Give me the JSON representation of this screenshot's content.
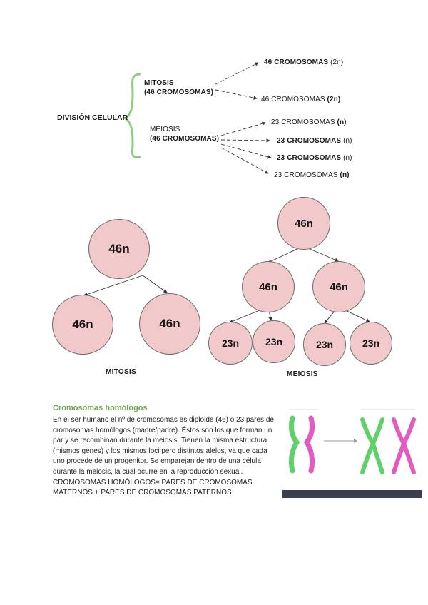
{
  "diagram": {
    "root": "DIVISIÓN CELULAR",
    "branches": [
      {
        "name": "MITOSIS",
        "count": "(46 CROMOSOMAS)",
        "outputs": [
          {
            "main": "46 CROMOSOMAS",
            "suffix": "(2n)"
          },
          {
            "main": "46 CROMOSOMAS",
            "suffix": "(2n)"
          }
        ]
      },
      {
        "name": "MEIOSIS",
        "count": "(46 CROMOSOMAS)",
        "outputs": [
          {
            "main": "23 CROMOSOMAS",
            "suffix": "(n)"
          },
          {
            "main": "23 CROMOSOMAS",
            "suffix": "(n)"
          },
          {
            "main": "23 CROMOSOMAS",
            "suffix": "(n)"
          },
          {
            "main": "23 CROMOSOMAS",
            "suffix": "(n)"
          }
        ]
      }
    ]
  },
  "trees": {
    "mitosis": {
      "parent": "46n",
      "children": [
        "46n",
        "46n"
      ],
      "caption": "MITOSIS"
    },
    "meiosis": {
      "parent": "46n",
      "children": [
        "46n",
        "46n"
      ],
      "grandchildren": [
        "23n",
        "23n",
        "23n",
        "23n"
      ],
      "caption": "MEIOSIS"
    }
  },
  "section": {
    "heading": "Cromosomas homólogos",
    "paragraphs": [
      "En el ser humano el nº de cromosomas es diploide (46) o 23 pares de cromosomas homólogos (madre/padre). Éstos son los que forman un par y se recombinan durante la meiosis. Tienen la misma estructura (mismos genes) y los mismos loci pero distintos alelos, ya que cada uno procede de un progenitor. Se emparejan dentro de una célula durante la meiosis, la cual ocurre en la reproducción sexual.",
      "CROMOSOMAS HOMÓLOGOS= PARES DE CROMOSOMAS MATERNOS + PARES DE CROMOSOMAS PATERNOS"
    ]
  },
  "colors": {
    "brace": "#8fce80",
    "circle_fill": "#f2c9cb",
    "heading": "#6aa84f",
    "chromosome_green": "#5fd06a",
    "chromosome_pink": "#e05cc0"
  }
}
